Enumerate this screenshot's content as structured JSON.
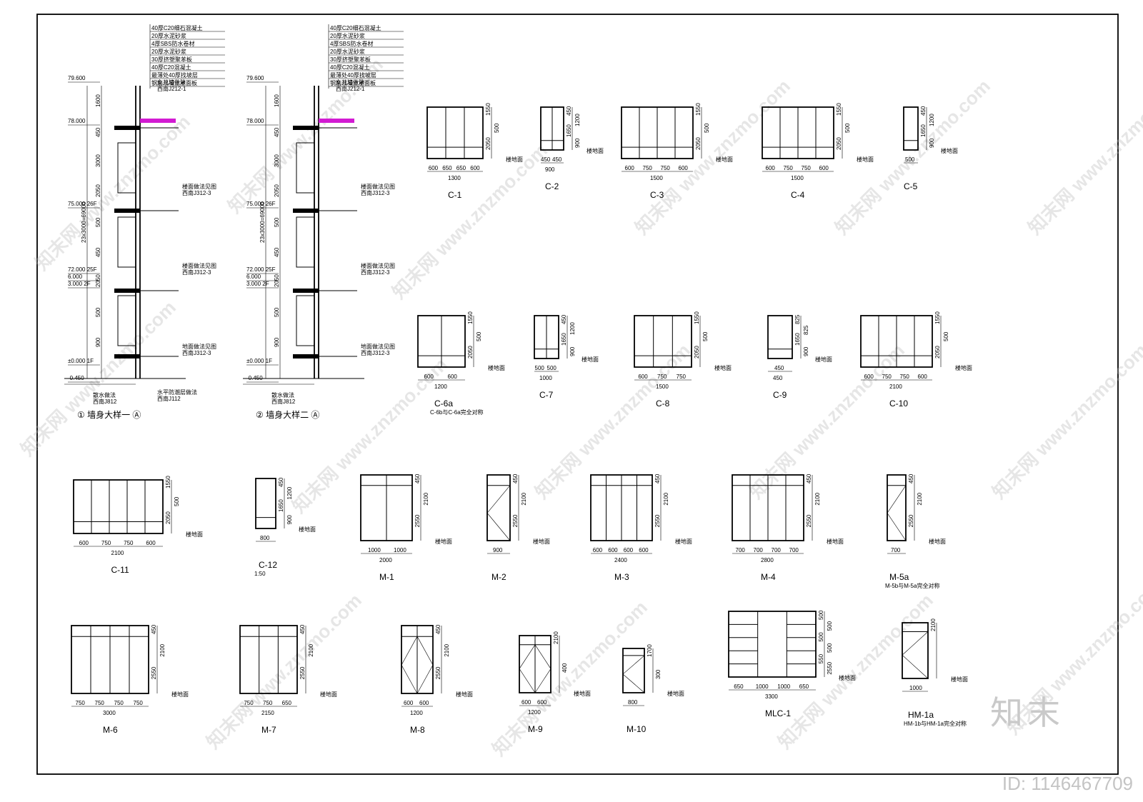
{
  "watermark": {
    "site": "知末网 www.znzmo.com",
    "brand": "知末",
    "id_label": "ID: 1146467709"
  },
  "sections": {
    "one": {
      "title": "① 墙身大样一 Ⓐ",
      "elev_top": "79.600",
      "elev_parapet": "78.000",
      "elev_26f": "75.000 26F",
      "elev_25f": "72.000 25F",
      "elev_2f_a": "6.000",
      "elev_2f_b": "3.000 2F",
      "elev_1f": "±0.000 1F",
      "elev_ground": "-0.450",
      "note_top": "女儿墙做法",
      "note_ref": "西南J212-1",
      "note_floor": "楼面做法见图",
      "note_floor_ref": "西南J312-3",
      "note_ground": "地面做法见图",
      "note_base": "散水做法",
      "note_base_ref": "西南J812",
      "note_damp": "水平防潮层做法",
      "note_damp_ref": "西南J112"
    },
    "two": {
      "title": "② 墙身大样二 Ⓐ",
      "elev_top": "79.600",
      "elev_parapet": "78.000",
      "elev_26f": "75.000 26F",
      "elev_25f": "72.000 25F",
      "elev_2f_a": "6.000",
      "elev_2f_b": "3.000 2F",
      "elev_1f": "±0.000 1F",
      "elev_ground": "-0.450",
      "note_top": "女儿墙做法",
      "note_ref": "西南J212-1",
      "note_floor": "楼面做法见图",
      "note_floor_ref": "西南J312-3",
      "note_ground": "地面做法见图",
      "note_base": "散水做法",
      "note_base_ref": "西南J812"
    },
    "spec_lines": [
      "40厚C20细石混凝土",
      "20厚水泥砂浆",
      "4厚SBS防水卷材",
      "20厚水泥砂浆",
      "30厚挤塑聚苯板",
      "40厚C20混凝土",
      "最薄处40厚找坡层",
      "钢筋混凝土屋面板"
    ],
    "dim_vertical": [
      "1600",
      "450",
      "3000",
      "2050",
      "500",
      "450",
      "2050",
      "500",
      "900"
    ],
    "span": "23x3000=69000"
  },
  "units": [
    {
      "code": "C-1",
      "dims": [
        "600",
        "650",
        "650",
        "600",
        "1300"
      ],
      "heights": [
        "1550",
        "500",
        "2050"
      ]
    },
    {
      "code": "C-2",
      "dims": [
        "450",
        "450",
        "900"
      ],
      "heights": [
        "450",
        "1200",
        "1650",
        "900"
      ]
    },
    {
      "code": "C-3",
      "dims": [
        "600",
        "750",
        "750",
        "600",
        "1500"
      ],
      "heights": [
        "1550",
        "500",
        "2050"
      ]
    },
    {
      "code": "C-4",
      "dims": [
        "600",
        "750",
        "750",
        "600",
        "1500"
      ],
      "heights": [
        "1550",
        "500",
        "2050"
      ]
    },
    {
      "code": "C-5",
      "dims": [
        "500"
      ],
      "heights": [
        "450",
        "1200",
        "1650",
        "900"
      ]
    },
    {
      "code": "C-6a",
      "dims": [
        "600",
        "600",
        "1200"
      ],
      "heights": [
        "1550",
        "500",
        "2050"
      ],
      "sub": "C-6b与C-6a完全对称"
    },
    {
      "code": "C-7",
      "dims": [
        "500",
        "500",
        "1000"
      ],
      "heights": [
        "450",
        "1200",
        "1650",
        "900"
      ]
    },
    {
      "code": "C-8",
      "dims": [
        "600",
        "750",
        "750",
        "1500"
      ],
      "heights": [
        "1550",
        "500",
        "2050"
      ]
    },
    {
      "code": "C-9",
      "dims": [
        "450",
        "450"
      ],
      "heights": [
        "825",
        "825",
        "1650",
        "900"
      ]
    },
    {
      "code": "C-10",
      "dims": [
        "600",
        "750",
        "750",
        "600",
        "2100"
      ],
      "heights": [
        "1550",
        "500",
        "2050"
      ]
    },
    {
      "code": "C-11",
      "dims": [
        "600",
        "750",
        "750",
        "600",
        "2100"
      ],
      "heights": [
        "1550",
        "500",
        "2050"
      ]
    },
    {
      "code": "C-12",
      "dims": [
        "800"
      ],
      "heights": [
        "450",
        "1200",
        "1650",
        "900"
      ],
      "sub": "1:50"
    },
    {
      "code": "M-1",
      "dims": [
        "1000",
        "1000",
        "2000"
      ],
      "heights": [
        "450",
        "2100",
        "2550"
      ]
    },
    {
      "code": "M-2",
      "dims": [
        "900"
      ],
      "heights": [
        "450",
        "2100",
        "2550"
      ]
    },
    {
      "code": "M-3",
      "dims": [
        "600",
        "600",
        "600",
        "600",
        "2400"
      ],
      "heights": [
        "450",
        "2100",
        "2550"
      ]
    },
    {
      "code": "M-4",
      "dims": [
        "700",
        "700",
        "700",
        "700",
        "2800"
      ],
      "heights": [
        "450",
        "2100",
        "2550"
      ]
    },
    {
      "code": "M-5a",
      "dims": [
        "700"
      ],
      "heights": [
        "450",
        "2100",
        "2550"
      ],
      "sub": "M-5b与M-5a完全对称"
    },
    {
      "code": "M-6",
      "dims": [
        "750",
        "750",
        "750",
        "750",
        "3000"
      ],
      "heights": [
        "450",
        "2100",
        "2550"
      ]
    },
    {
      "code": "M-7",
      "dims": [
        "750",
        "750",
        "650",
        "2150"
      ],
      "heights": [
        "450",
        "2100",
        "2550"
      ]
    },
    {
      "code": "M-8",
      "dims": [
        "600",
        "600",
        "1200"
      ],
      "heights": [
        "450",
        "2100",
        "2550"
      ]
    },
    {
      "code": "M-9",
      "dims": [
        "600",
        "600",
        "1200"
      ],
      "heights": [
        "2100",
        "400"
      ]
    },
    {
      "code": "M-10",
      "dims": [
        "800"
      ],
      "heights": [
        "1700",
        "300"
      ]
    },
    {
      "code": "MLC-1",
      "dims": [
        "650",
        "1000",
        "1000",
        "650",
        "3300"
      ],
      "heights": [
        "500",
        "500",
        "500",
        "500",
        "550",
        "2550"
      ]
    },
    {
      "code": "HM-1a",
      "dims": [
        "1000"
      ],
      "heights": [
        "2100"
      ],
      "sub": "HM-1b与HM-1a完全对称"
    }
  ],
  "labels": {
    "floor_level": "楼地面",
    "angle": "90"
  }
}
